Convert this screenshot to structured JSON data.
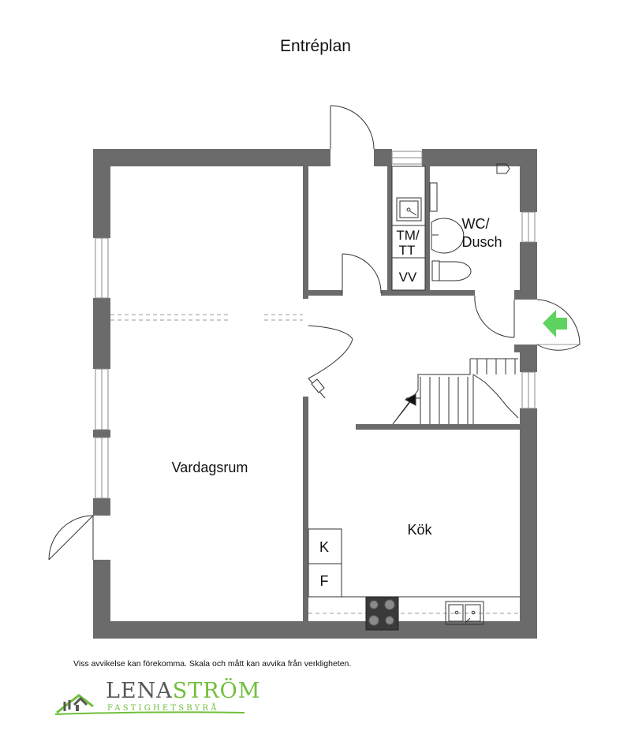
{
  "title": "Entréplan",
  "rooms": {
    "living": "Vardagsrum",
    "kitchen": "Kök",
    "wc_line1": "WC/",
    "wc_line2": "Dusch",
    "laundry_line1": "TM/",
    "laundry_line2": "TT",
    "water_heater": "VV",
    "fridge": "K",
    "freezer": "F"
  },
  "disclaimer": "Viss avvikelse kan förekomma. Skala och mått kan avvika från verkligheten.",
  "logo": {
    "name_part1": "LENA",
    "name_part2": "STRÖM",
    "tagline": "FASTIGHETSBYRÅ"
  },
  "colors": {
    "wall": "#6b6b6b",
    "line": "#333333",
    "entrance_arrow": "#5fd35f",
    "brand_green": "#6fbf3a",
    "brand_grey": "#575757"
  },
  "icons": {
    "entrance": "entrance-arrow-icon",
    "stove": "stove-icon",
    "sink": "sink-icon",
    "toilet": "toilet-icon",
    "logo": "house-logo-icon"
  }
}
